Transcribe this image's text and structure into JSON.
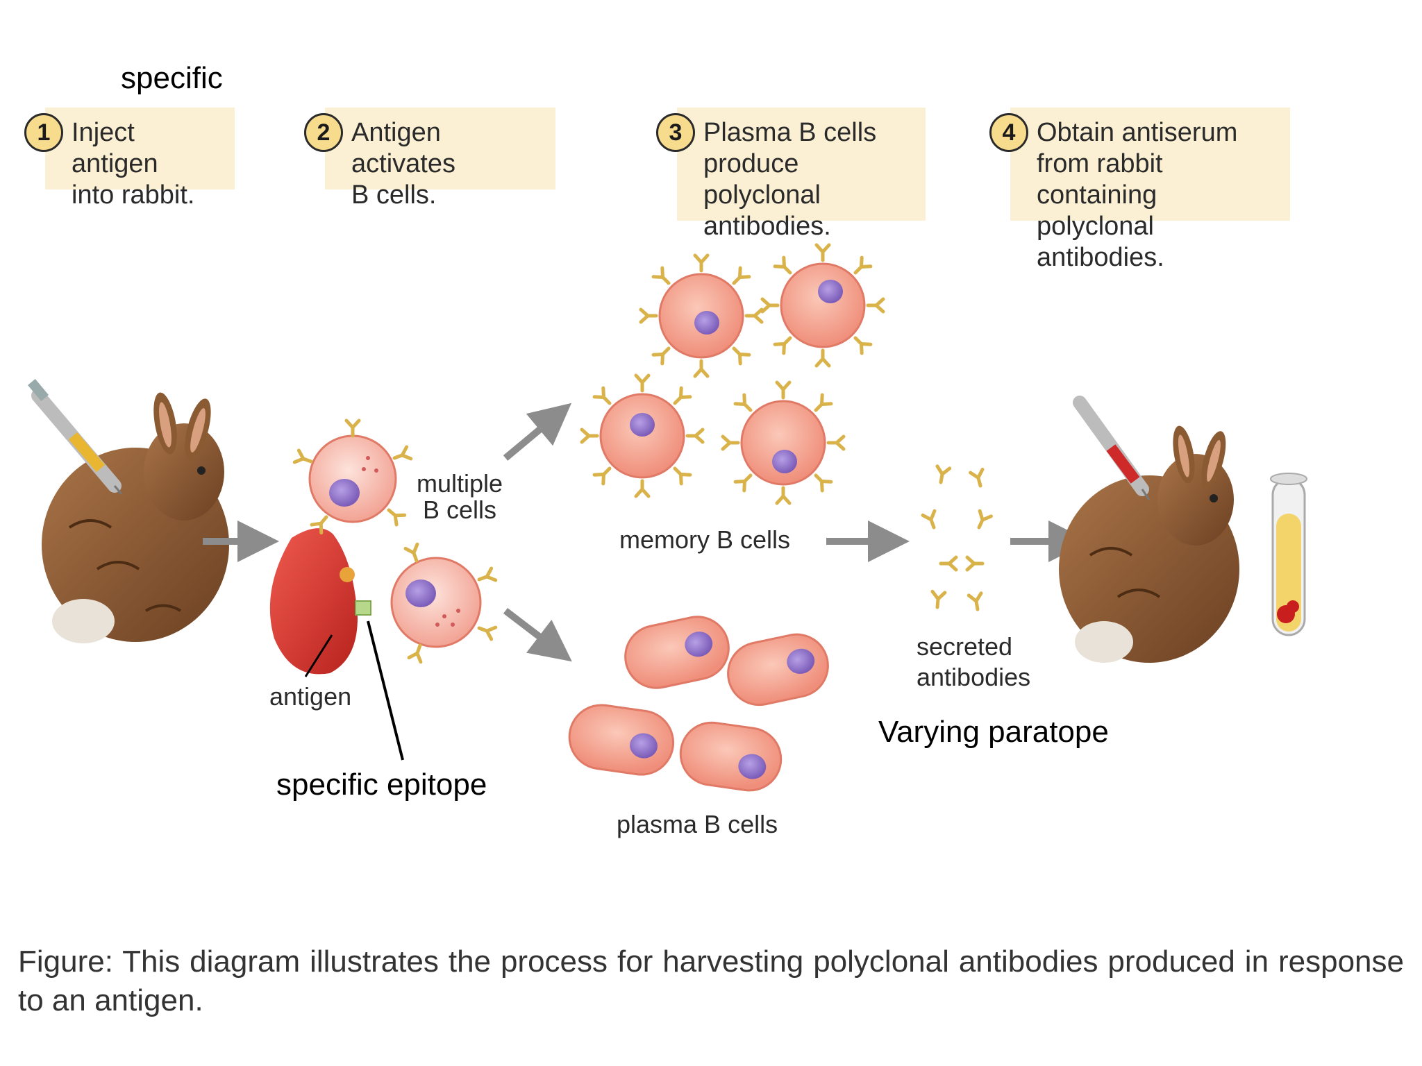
{
  "annotations": {
    "specific": "specific",
    "specific_epitope": "specific epitope",
    "varying_paratope": "Varying paratope"
  },
  "steps": [
    {
      "number": "1",
      "text": "Inject antigen\ninto rabbit."
    },
    {
      "number": "2",
      "text": "Antigen activates\nB cells."
    },
    {
      "number": "3",
      "text": "Plasma B cells\nproduce polyclonal\nantibodies."
    },
    {
      "number": "4",
      "text": "Obtain antiserum\nfrom rabbit containing\npolyclonal antibodies."
    }
  ],
  "labels": {
    "multiple_b_cells": "multiple\nB cells",
    "antigen": "antigen",
    "memory_b_cells": "memory B cells",
    "plasma_b_cells": "plasma B cells",
    "secreted_antibodies": "secreted\nantibodies"
  },
  "caption": "Figure: This diagram illustrates the process for harvesting polyclonal antibodies produced in response to an antigen.",
  "colors": {
    "step_box": "#fbf0d4",
    "step_badge": "#f7dc8e",
    "cell_membrane": "#f4a898",
    "cell_nucleus": "#8a6cc4",
    "antibody": "#d9b24a",
    "antigen": "#d9322e",
    "arrow": "#8c8c8c",
    "rabbit_fur": "#8a5a33",
    "serum": "#f2d46a"
  }
}
